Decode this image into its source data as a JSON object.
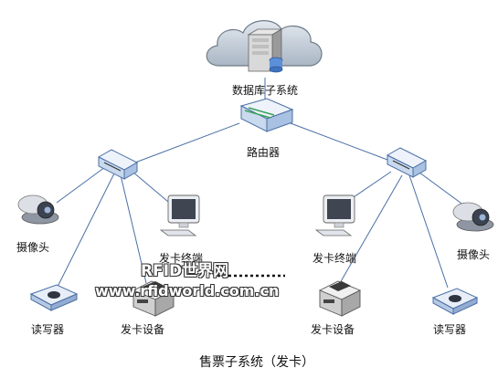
{
  "labels": {
    "database": "数据库子系统",
    "router": "路由器",
    "camera_left": "摄像头",
    "camera_right": "摄像头",
    "terminal_left": "发卡终端",
    "terminal_right": "发卡终端",
    "reader_left": "读写器",
    "reader_right": "读写器",
    "issuer_left": "发卡设备",
    "issuer_right": "发卡设备",
    "caption": "售票子系统（发卡）"
  },
  "watermark": {
    "line1": "RFID世界网",
    "line2": "www.rfidworld.com.cn"
  },
  "colors": {
    "line": "#4a6fa5",
    "cloud": "#c9d3df",
    "device": "#dfe9f6"
  }
}
